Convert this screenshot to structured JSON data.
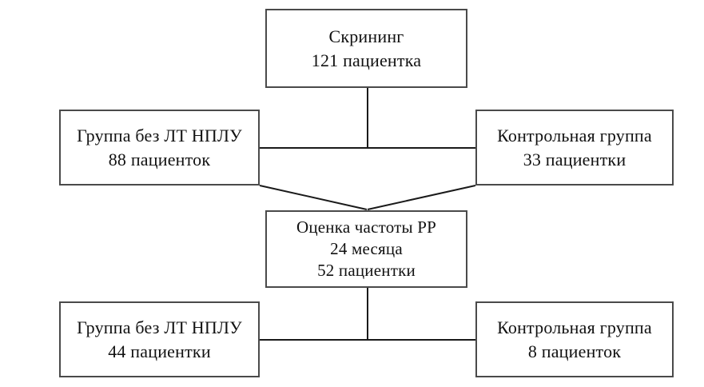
{
  "diagram": {
    "type": "flowchart",
    "title": "",
    "language": "ru",
    "nodes": {
      "screening": {
        "id": "screening",
        "lines": [
          "Скрининг",
          "121 пациентка"
        ],
        "line1": "Скрининг",
        "line2": "121 пациентка",
        "line3": ""
      },
      "group_no_lt_top": {
        "id": "group_no_lt_top",
        "lines": [
          "Группа без ЛТ НПЛУ",
          "88 пациенток"
        ],
        "line1": "Группа без ЛТ НПЛУ",
        "line2": "88 пациенток",
        "line3": ""
      },
      "control_top": {
        "id": "control_top",
        "lines": [
          "Контрольная группа",
          "33 пациентки"
        ],
        "line1": "Контрольная группа",
        "line2": "33 пациентки",
        "line3": ""
      },
      "assessment": {
        "id": "assessment",
        "lines": [
          "Оценка частоты РР",
          "24 месяца",
          "52 пациентки"
        ],
        "line1": "Оценка частоты РР",
        "line2": "24 месяца",
        "line3": "52 пациентки"
      },
      "group_no_lt_bottom": {
        "id": "group_no_lt_bottom",
        "lines": [
          "Группа без ЛТ НПЛУ",
          "44 пациентки"
        ],
        "line1": "Группа без ЛТ НПЛУ",
        "line2": "44 пациентки",
        "line3": ""
      },
      "control_bottom": {
        "id": "control_bottom",
        "lines": [
          "Контрольная группа",
          "8 пациенток"
        ],
        "line1": "Контрольная группа",
        "line2": "8 пациенток",
        "line3": ""
      }
    },
    "colors": {
      "box_border": "#4a4a4a",
      "connector": "#1a1a1a",
      "background": "#ffffff",
      "text": "#111111"
    }
  }
}
